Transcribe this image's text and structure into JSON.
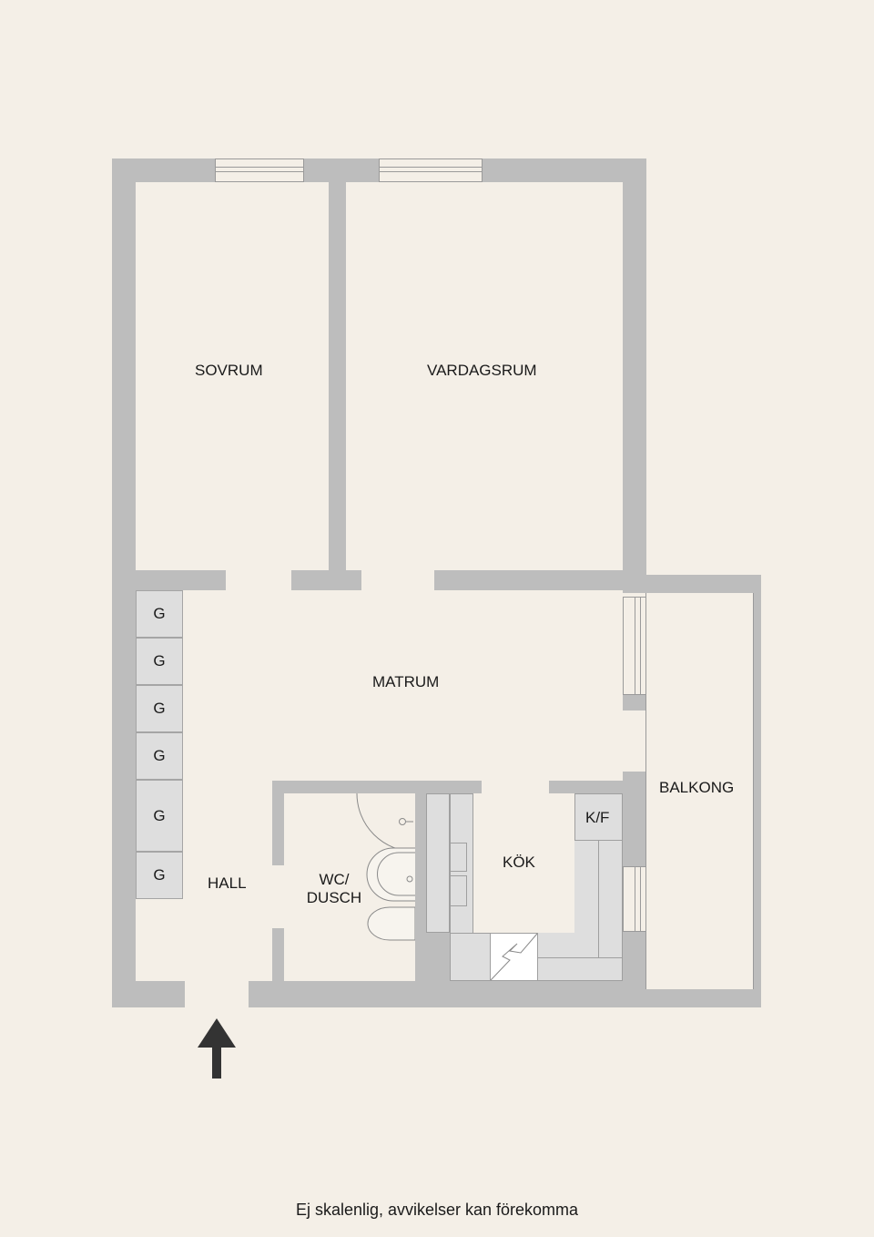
{
  "rooms": {
    "sovrum": "SOVRUM",
    "vardagsrum": "VARDAGSRUM",
    "matrum": "MATRUM",
    "hall": "HALL",
    "wc_line1": "WC/",
    "wc_line2": "DUSCH",
    "kok": "KÖK",
    "kf": "K/F",
    "balkong": "BALKONG"
  },
  "wardrobes": [
    "G",
    "G",
    "G",
    "G",
    "G",
    "G"
  ],
  "entrance_arrow": "arrow-up-icon",
  "disclaimer": "Ej skalenlig, avvikelser kan förekomma",
  "colors": {
    "background": "#f4efe7",
    "wall": "#bdbdbd",
    "cabinet": "#dedede",
    "arrow": "#333333"
  }
}
